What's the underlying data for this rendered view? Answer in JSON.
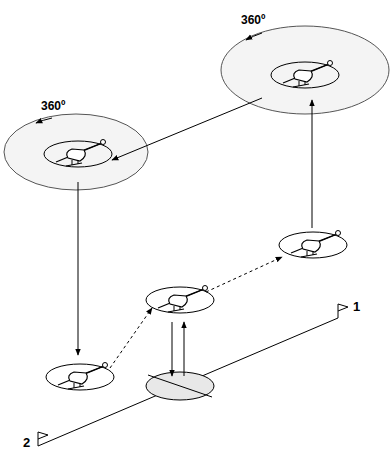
{
  "diagram": {
    "labels": [
      "360º",
      "360º",
      "1",
      "2"
    ]
  }
}
